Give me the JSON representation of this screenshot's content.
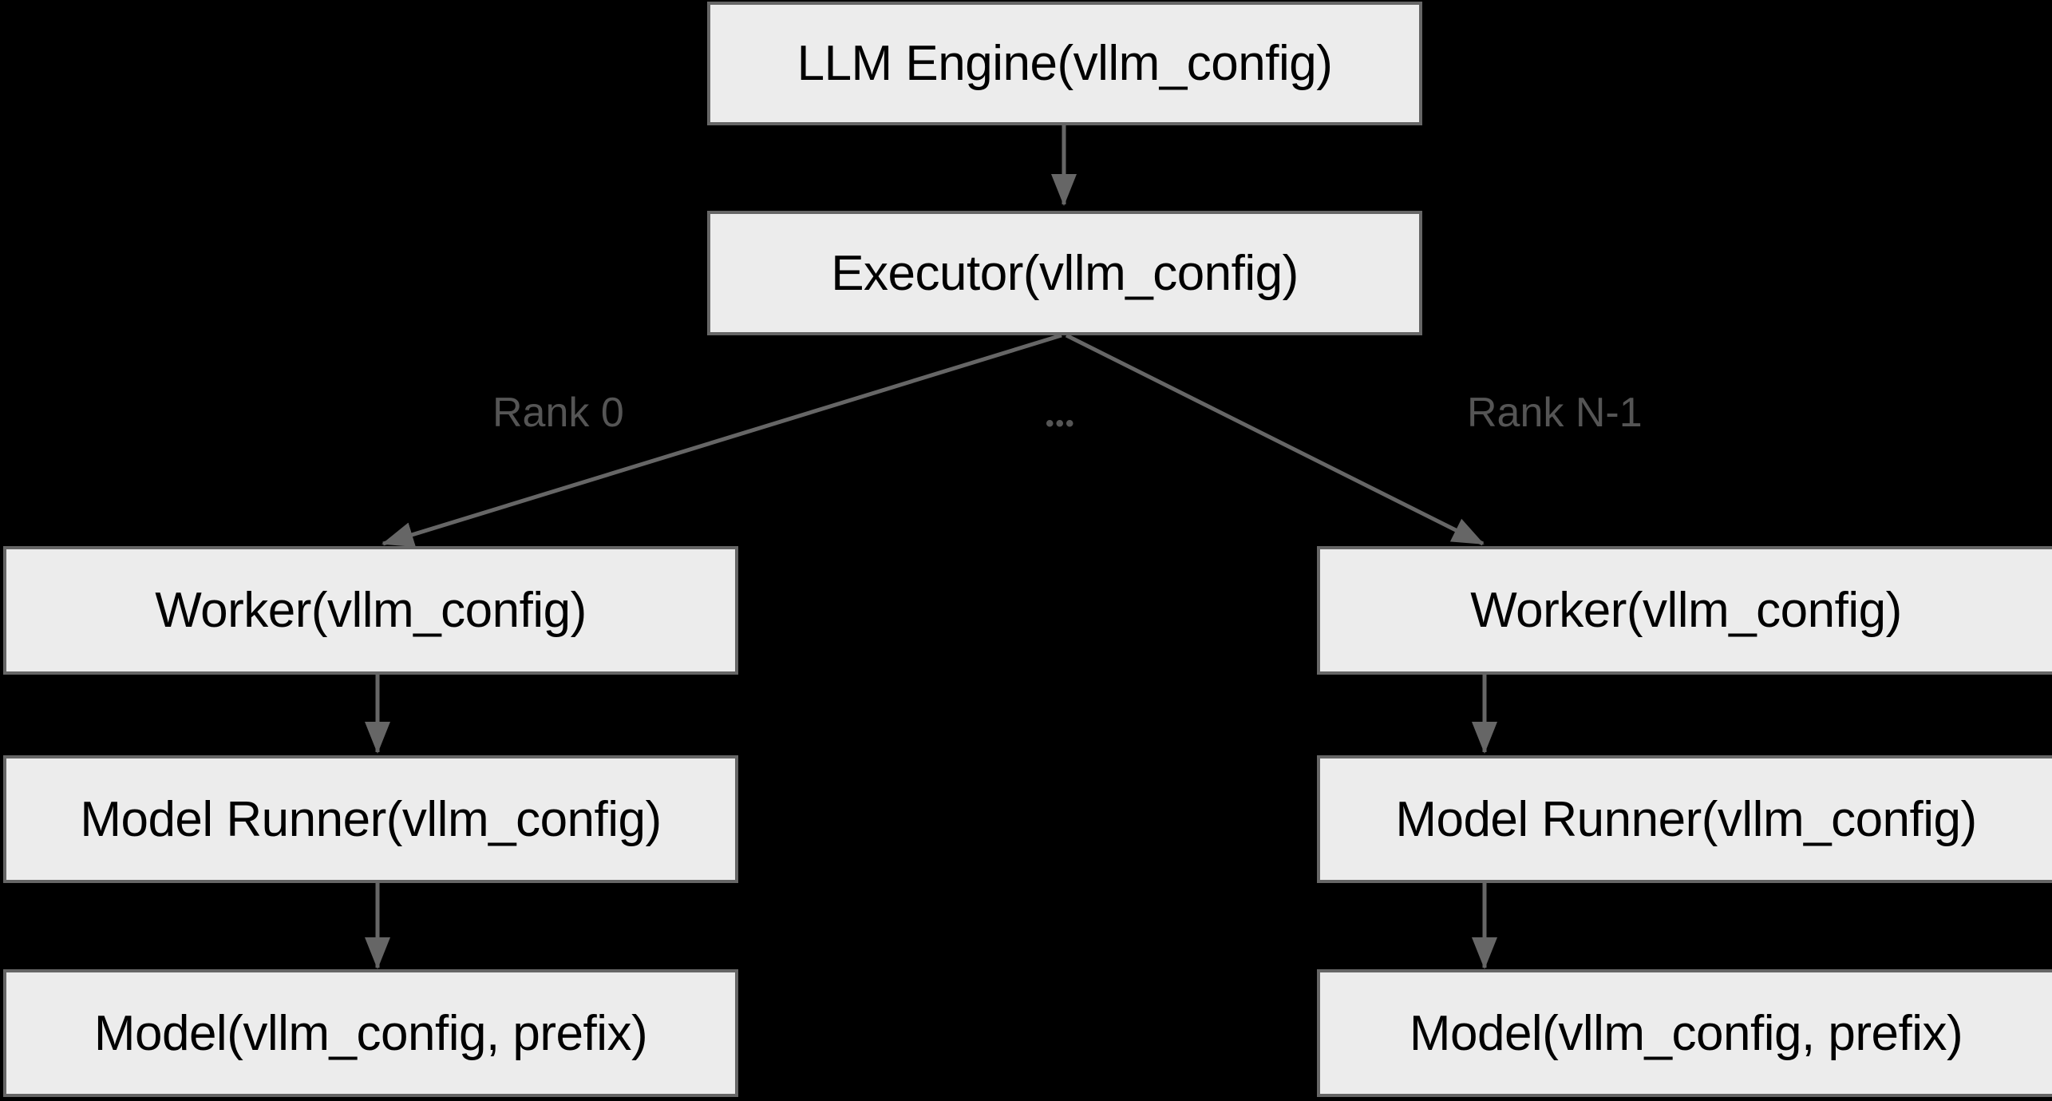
{
  "diagram": {
    "title_hidden": "",
    "background_color": "#000000",
    "node_fill": "#ECECEC",
    "node_border": "#666666",
    "edge_color": "#666666",
    "node_text_color": "#000000",
    "label_text_color": "#555555",
    "nodes": {
      "llm_engine": "LLM Engine(vllm_config)",
      "executor": "Executor(vllm_config)",
      "worker_left": "Worker(vllm_config)",
      "worker_right": "Worker(vllm_config)",
      "model_runner_left": "Model Runner(vllm_config)",
      "model_runner_right": "Model Runner(vllm_config)",
      "model_left": "Model(vllm_config, prefix)",
      "model_right": "Model(vllm_config, prefix)"
    },
    "edge_labels": {
      "rank_0": "Rank 0",
      "ellipsis": "•••",
      "rank_n_minus_1": "Rank N-1"
    }
  }
}
